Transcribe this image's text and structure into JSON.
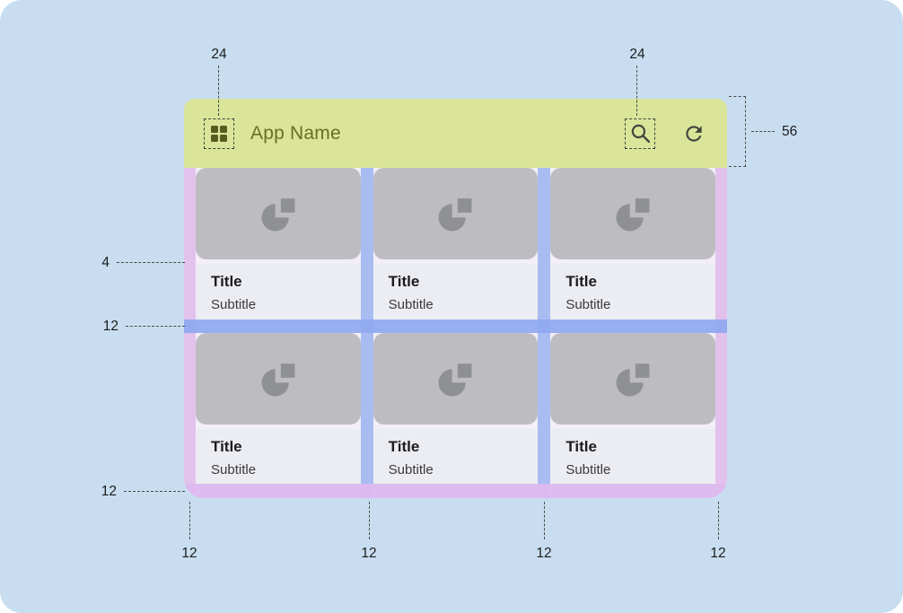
{
  "appbar": {
    "title": "App Name",
    "icons": [
      "apps-icon",
      "search-icon",
      "refresh-icon"
    ]
  },
  "cards": [
    {
      "title": "Title",
      "subtitle": "Subtitle"
    },
    {
      "title": "Title",
      "subtitle": "Subtitle"
    },
    {
      "title": "Title",
      "subtitle": "Subtitle"
    },
    {
      "title": "Title",
      "subtitle": "Subtitle"
    },
    {
      "title": "Title",
      "subtitle": "Subtitle"
    },
    {
      "title": "Title",
      "subtitle": "Subtitle"
    }
  ],
  "annotations": {
    "app_icon_size": "24",
    "search_icon_size": "24",
    "appbar_height": "56",
    "image_text_gap": "4",
    "row_gutter": "12",
    "bottom_margin": "12",
    "column_marks": [
      "12",
      "12",
      "12",
      "12"
    ]
  },
  "colors": {
    "canvas_bg": "#C8DEF0",
    "appbar_bg": "#DAE59A",
    "appbar_text": "#6A6E27",
    "margin_overlay": "#E2C2EC",
    "gutter_overlay": "#A9BCF2",
    "grid_bg": "#F3EEF7",
    "card_image_bg": "#BDBDC1",
    "card_image_icon": "#8E9094",
    "card_text_bg": "#ECEDF2",
    "title_text": "#1C1C1E",
    "subtitle_text": "#3A3A3C",
    "annotation_text": "#1C1C1C"
  }
}
